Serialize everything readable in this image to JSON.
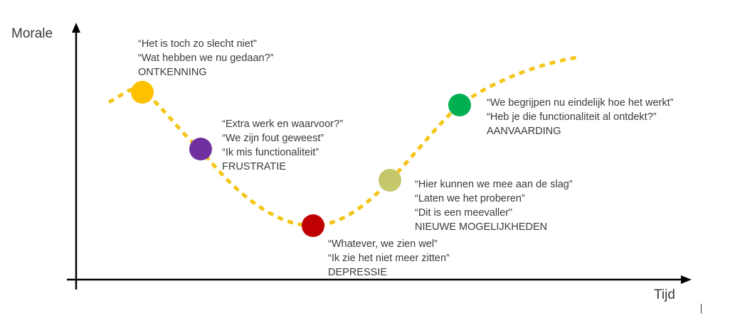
{
  "axes": {
    "y_label": "Morale",
    "x_label": "Tijd"
  },
  "curve_color": "#F5C518",
  "stages": [
    {
      "id": "ontkenning",
      "color": "#FFC000",
      "quotes": [
        "“Het is toch zo slecht niet”",
        "“Wat hebben we nu gedaan?”"
      ],
      "label": "ONTKENNING"
    },
    {
      "id": "frustratie",
      "color": "#7030A0",
      "quotes": [
        "“Extra werk en waarvoor?”",
        "“We zijn fout geweest”",
        "“Ik mis functionaliteit”"
      ],
      "label": "FRUSTRATIE"
    },
    {
      "id": "depressie",
      "color": "#C00000",
      "quotes": [
        "“Whatever, we zien wel”",
        "“Ik zie het niet meer zitten”"
      ],
      "label": "DEPRESSIE"
    },
    {
      "id": "nieuwe-mogelijkheden",
      "color": "#C4C76A",
      "quotes": [
        "“Hier kunnen we mee aan de slag”",
        "“Laten we het proberen”",
        "“Dit is een meevaller”"
      ],
      "label": "NIEUWE MOGELIJKHEDEN"
    },
    {
      "id": "aanvaarding",
      "color": "#00B050",
      "quotes": [
        "“We begrijpen nu eindelijk hoe het werkt”",
        "“Heb je die functionaliteit al ontdekt?”"
      ],
      "label": "AANVAARDING"
    }
  ]
}
